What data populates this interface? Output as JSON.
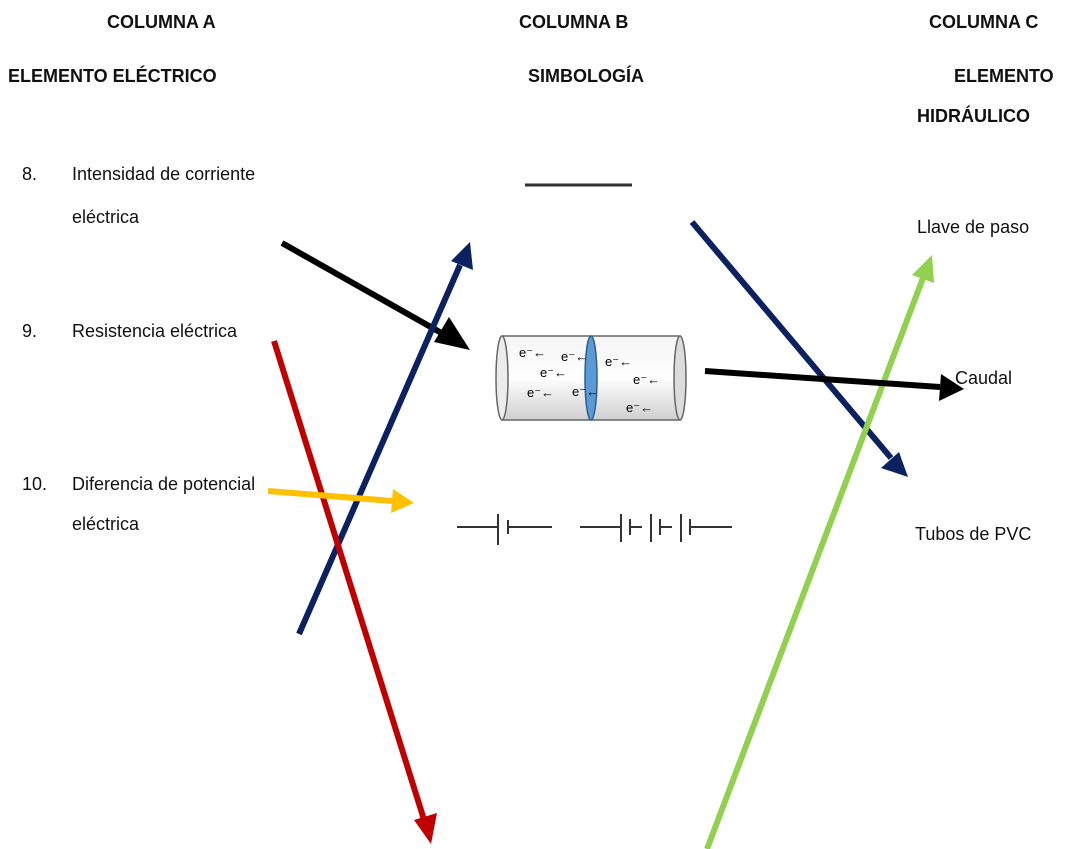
{
  "headers": {
    "col_a_title": "COLUMNA A",
    "col_a_sub": "ELEMENTO ELÉCTRICO",
    "col_b_title": "COLUMNA B",
    "col_b_sub": "SIMBOLOGÍA",
    "col_c_title": "COLUMNA C",
    "col_c_sub_1": "ELEMENTO",
    "col_c_sub_2": "HIDRÁULICO"
  },
  "column_a": [
    {
      "num": "8.",
      "line1": "Intensidad de corriente",
      "line2": "eléctrica"
    },
    {
      "num": "9.",
      "line1": "Resistencia eléctrica",
      "line2": ""
    },
    {
      "num": "10.",
      "line1": "Diferencia de potencial",
      "line2": "eléctrica"
    }
  ],
  "column_c": [
    "Llave de paso",
    "Caudal",
    "Tubos de PVC"
  ],
  "symbols": {
    "conductor_labels": [
      "e⁻←",
      "e⁻←",
      "e⁻←",
      "e⁻←",
      "e⁻←",
      "e⁻←",
      "e⁻←",
      "e⁻←"
    ]
  },
  "arrow_colors": {
    "black": "#000000",
    "navy": "#0b2160",
    "red": "#c00000",
    "yellow": "#ffc000",
    "green": "#92d050"
  }
}
